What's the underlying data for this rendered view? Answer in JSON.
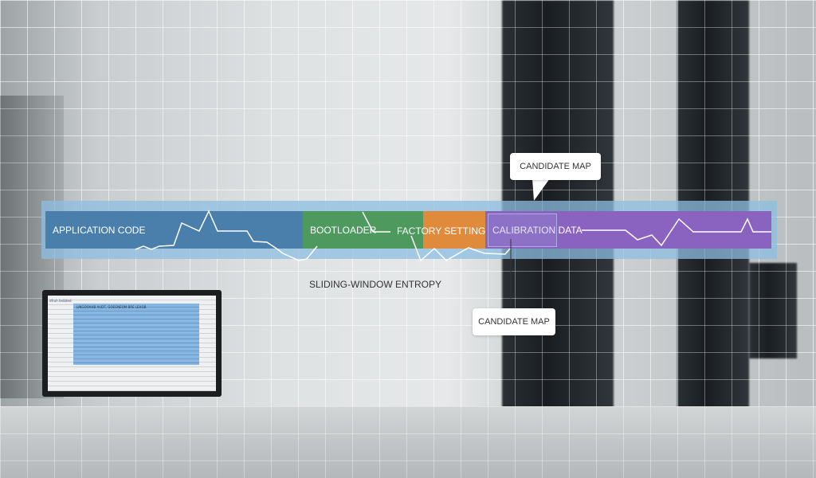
{
  "segments": [
    {
      "label": "APPLICATION CODE",
      "color": "#4a7fab"
    },
    {
      "label": "BOOTLOADER",
      "color": "#4e9a5e"
    },
    {
      "label": "FACTORY SETTINGS",
      "color": "#e08a3c"
    },
    {
      "label": "CALIBRATION DATA",
      "color": "#8a62c0"
    }
  ],
  "callouts": {
    "top": "CANDIDATE MAP",
    "bottom": "CANDIDATE MAP"
  },
  "chart_label": "SLIDING-WINDOW ENTROPY",
  "monitor": {
    "sheet_title": "dfruh tedated",
    "selection_title": "LINGOOAHB AUDT, GOEGNEOM BRE LEHOB"
  }
}
